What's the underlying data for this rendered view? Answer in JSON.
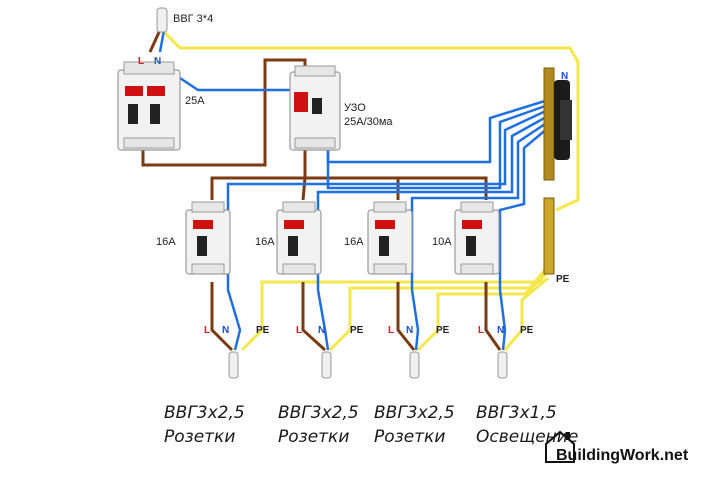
{
  "input": {
    "cable": "ВВГ 3*4",
    "label_l": "L",
    "label_n": "N"
  },
  "main_breaker": {
    "rating": "25A"
  },
  "rcd": {
    "label": "УЗО",
    "rating": "25А/30ма"
  },
  "bus_n": {
    "label": "N"
  },
  "bus_pe": {
    "label": "PE"
  },
  "breakers": [
    {
      "rating": "16A",
      "l": "L",
      "n": "N",
      "pe": "PE",
      "cable": "ВВГ3х2,5",
      "purpose": "Розетки"
    },
    {
      "rating": "16A",
      "l": "L",
      "n": "N",
      "pe": "PE",
      "cable": "ВВГ3х2,5",
      "purpose": "Розетки"
    },
    {
      "rating": "16A",
      "l": "L",
      "n": "N",
      "pe": "PE",
      "cable": "ВВГ3х2,5",
      "purpose": "Розетки"
    },
    {
      "rating": "10A",
      "l": "L",
      "n": "N",
      "pe": "PE",
      "cable": "ВВГ3х1,5",
      "purpose": "Освещение"
    }
  ],
  "watermark": "BuildingWork.net",
  "colors": {
    "phase": "#7a3a12",
    "neutral": "#1f6fe0",
    "earth": "#f5e64a",
    "bus": "#b08a1e"
  }
}
